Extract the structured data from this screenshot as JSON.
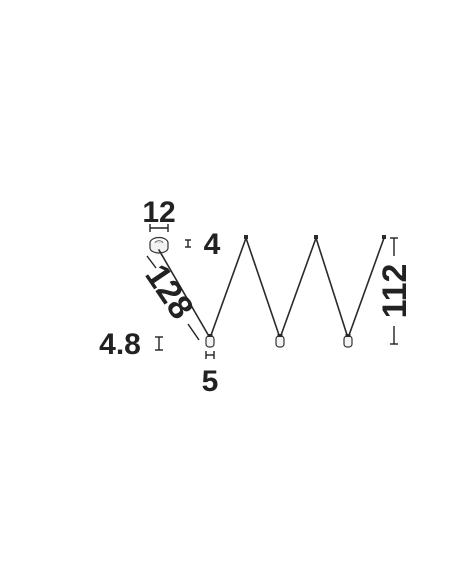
{
  "diagram": {
    "dimensions": {
      "canopy_width": "12",
      "canopy_height": "4",
      "arm_length": "128",
      "total_height": "112",
      "bulb_height": "4.8",
      "bulb_width": "5"
    },
    "colors": {
      "line": "#2a2a2a",
      "text": "#222222",
      "background": "#ffffff"
    }
  }
}
